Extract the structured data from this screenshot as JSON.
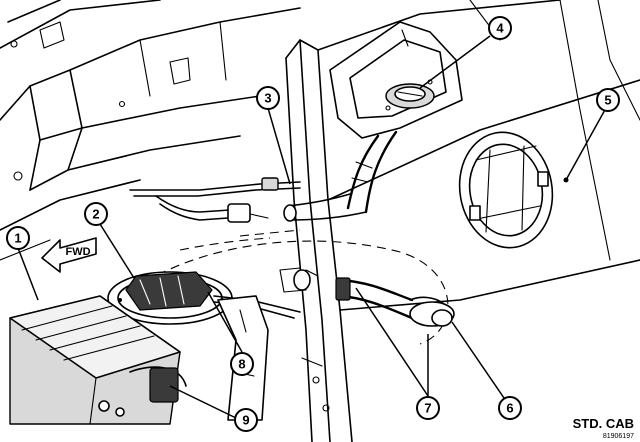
{
  "diagram": {
    "caption": "STD. CAB",
    "reference": "81906197",
    "direction_label": "FWD",
    "callouts": [
      {
        "id": "callout-1",
        "label": "1"
      },
      {
        "id": "callout-2",
        "label": "2"
      },
      {
        "id": "callout-3",
        "label": "3"
      },
      {
        "id": "callout-4",
        "label": "4"
      },
      {
        "id": "callout-5",
        "label": "5"
      },
      {
        "id": "callout-6",
        "label": "6"
      },
      {
        "id": "callout-7",
        "label": "7"
      },
      {
        "id": "callout-8",
        "label": "8"
      },
      {
        "id": "callout-9",
        "label": "9"
      }
    ]
  }
}
